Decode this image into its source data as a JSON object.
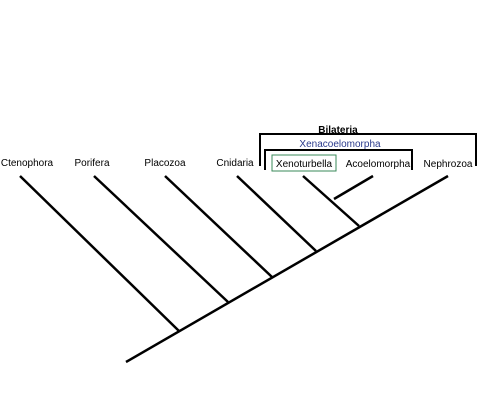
{
  "taxa": {
    "ctenophora": "Ctenophora",
    "porifera": "Porifera",
    "placozoa": "Placozoa",
    "cnidaria": "Cnidaria",
    "xenoturbella": "Xenoturbella",
    "acoelomorpha": "Acoelomorpha",
    "nephrozoa": "Nephrozoa"
  },
  "clades": {
    "bilateria": "Bilateria",
    "xenacoelomorpha": "Xenacoelomorpha"
  },
  "colors": {
    "branch": "#000000",
    "xenacoelomorpha_label": "#2a3a8c",
    "xenoturbella_box": "#3a8a5a"
  }
}
